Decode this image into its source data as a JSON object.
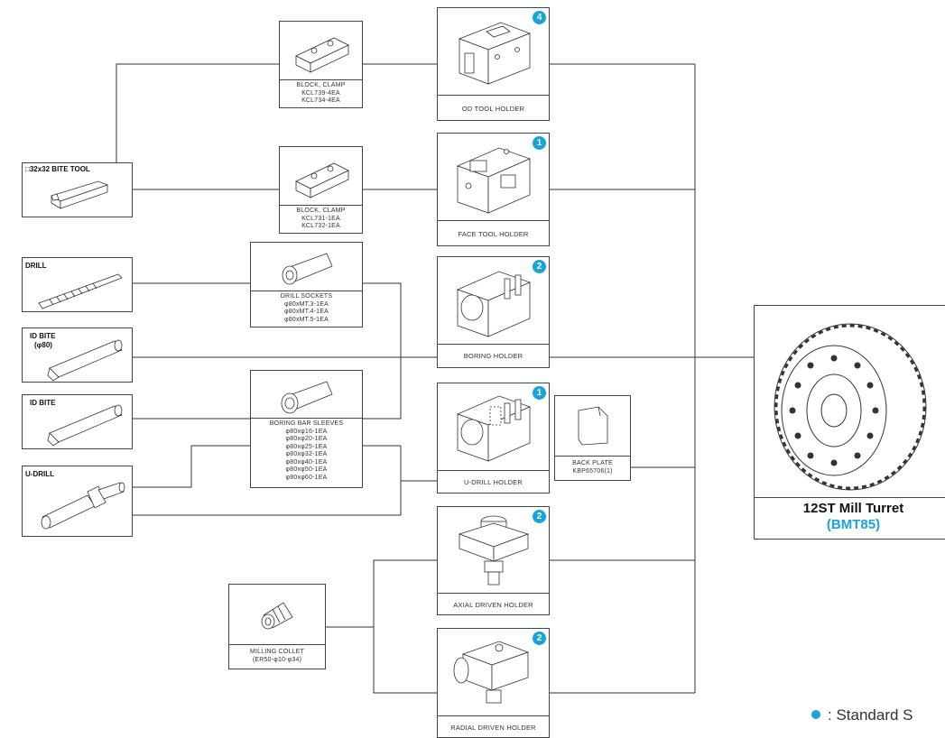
{
  "tools": {
    "bite_tool": "□32x32 BITE TOOL",
    "drill": "DRILL",
    "id_bite_80_line1": "ID BITE",
    "id_bite_80_line2": "(φ80)",
    "id_bite": "ID BITE",
    "u_drill": "U-DRILL"
  },
  "accessories": {
    "clamp1": [
      "BLOCK, CLAMP",
      "KCL739-4EA",
      "KCL734-4EA"
    ],
    "clamp2": [
      "BLOCK, CLAMP",
      "KCL731-1EA",
      "KCL732-1EA"
    ],
    "drill_sockets": [
      "DRILL SOCKETS",
      "φ80xMT.3-1EA",
      "φ80xMT.4-1EA",
      "φ80xMT.5-1EA"
    ],
    "boring_sleeves": [
      "BORING BAR SLEEVES",
      "φ80xφ16-1EA",
      "φ80xφ20-1EA",
      "φ80xφ25-1EA",
      "φ80xφ32-1EA",
      "φ80xφ40-1EA",
      "φ80xφ50-1EA",
      "φ80xφ60-1EA"
    ],
    "back_plate": [
      "BACK PLATE",
      "KBP65706(1)"
    ],
    "milling_collet": [
      "MILLING COLLET",
      "(ER50-φ10-φ34)"
    ]
  },
  "holders": [
    {
      "label": "OD TOOL HOLDER",
      "qty": "4"
    },
    {
      "label": "FACE TOOL HOLDER",
      "qty": "1"
    },
    {
      "label": "BORING HOLDER",
      "qty": "2"
    },
    {
      "label": "U-DRILL HOLDER",
      "qty": "1"
    },
    {
      "label": "AXIAL DRIVEN HOLDER",
      "qty": "2"
    },
    {
      "label": "RADIAL DRIVEN HOLDER",
      "qty": "2"
    }
  ],
  "turret": {
    "title": "12ST Mill Turret",
    "model": "(BMT85)"
  },
  "legend": {
    "text": ": Standard S"
  },
  "colors": {
    "accent": "#1aa3d8",
    "line": "#444444"
  }
}
